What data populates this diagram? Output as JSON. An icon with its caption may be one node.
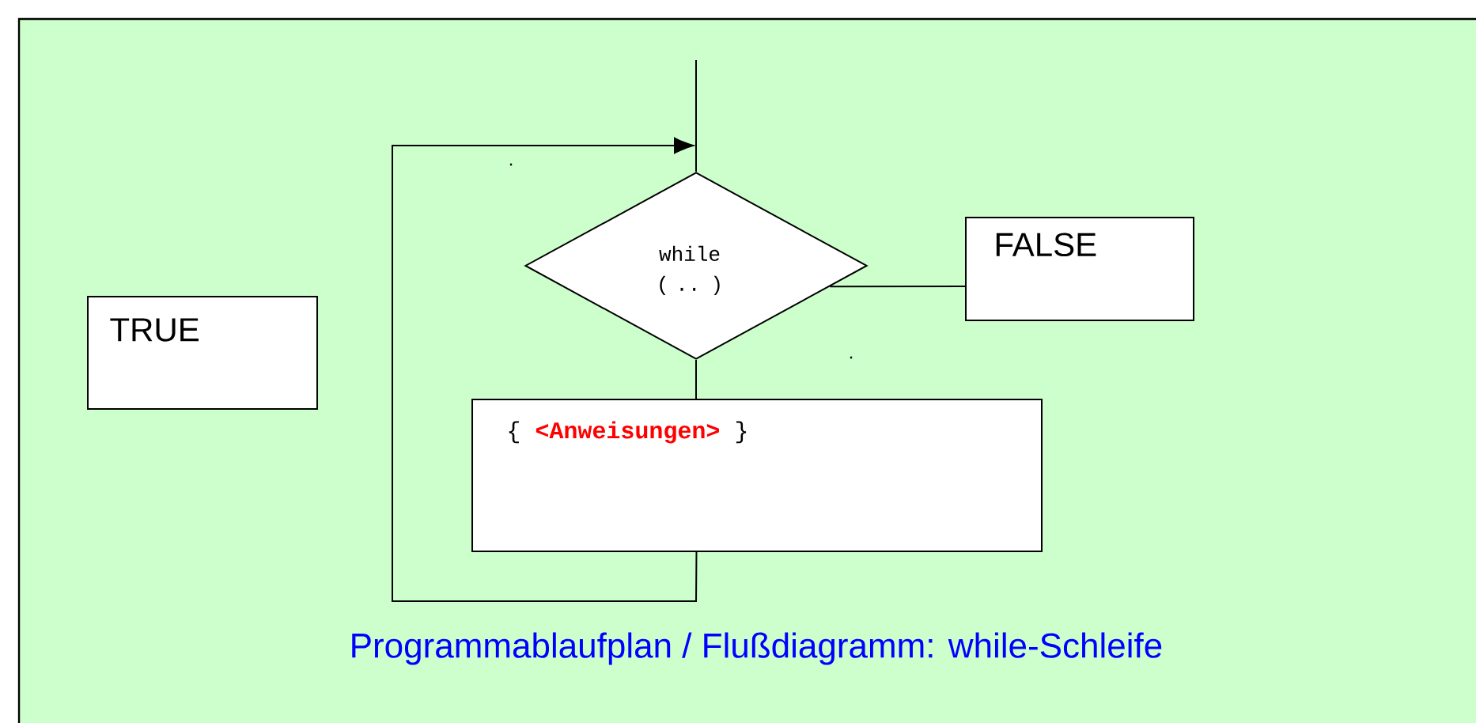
{
  "diagram": {
    "caption": "Programmablaufplan / Flußdiagramm: while-Schleife",
    "nodes": [
      {
        "text": [
          "TRUE"
        ]
      },
      {
        "text": [
          "while ( .. )"
        ]
      },
      {
        "text": [
          "FALSE"
        ]
      },
      {
        "text": [
          "{",
          "<Anweisungen>",
          "}"
        ]
      }
    ],
    "edges": [
      {
        "from": null,
        "to": 1,
        "arrow": "none"
      },
      {
        "from": 1,
        "to": 2,
        "arrow": "none"
      },
      {
        "from": 1,
        "to": 3,
        "arrow": "none"
      },
      {
        "from": 3,
        "to": 1,
        "arrow": "to"
      }
    ],
    "labels": [
      ".",
      "."
    ]
  }
}
